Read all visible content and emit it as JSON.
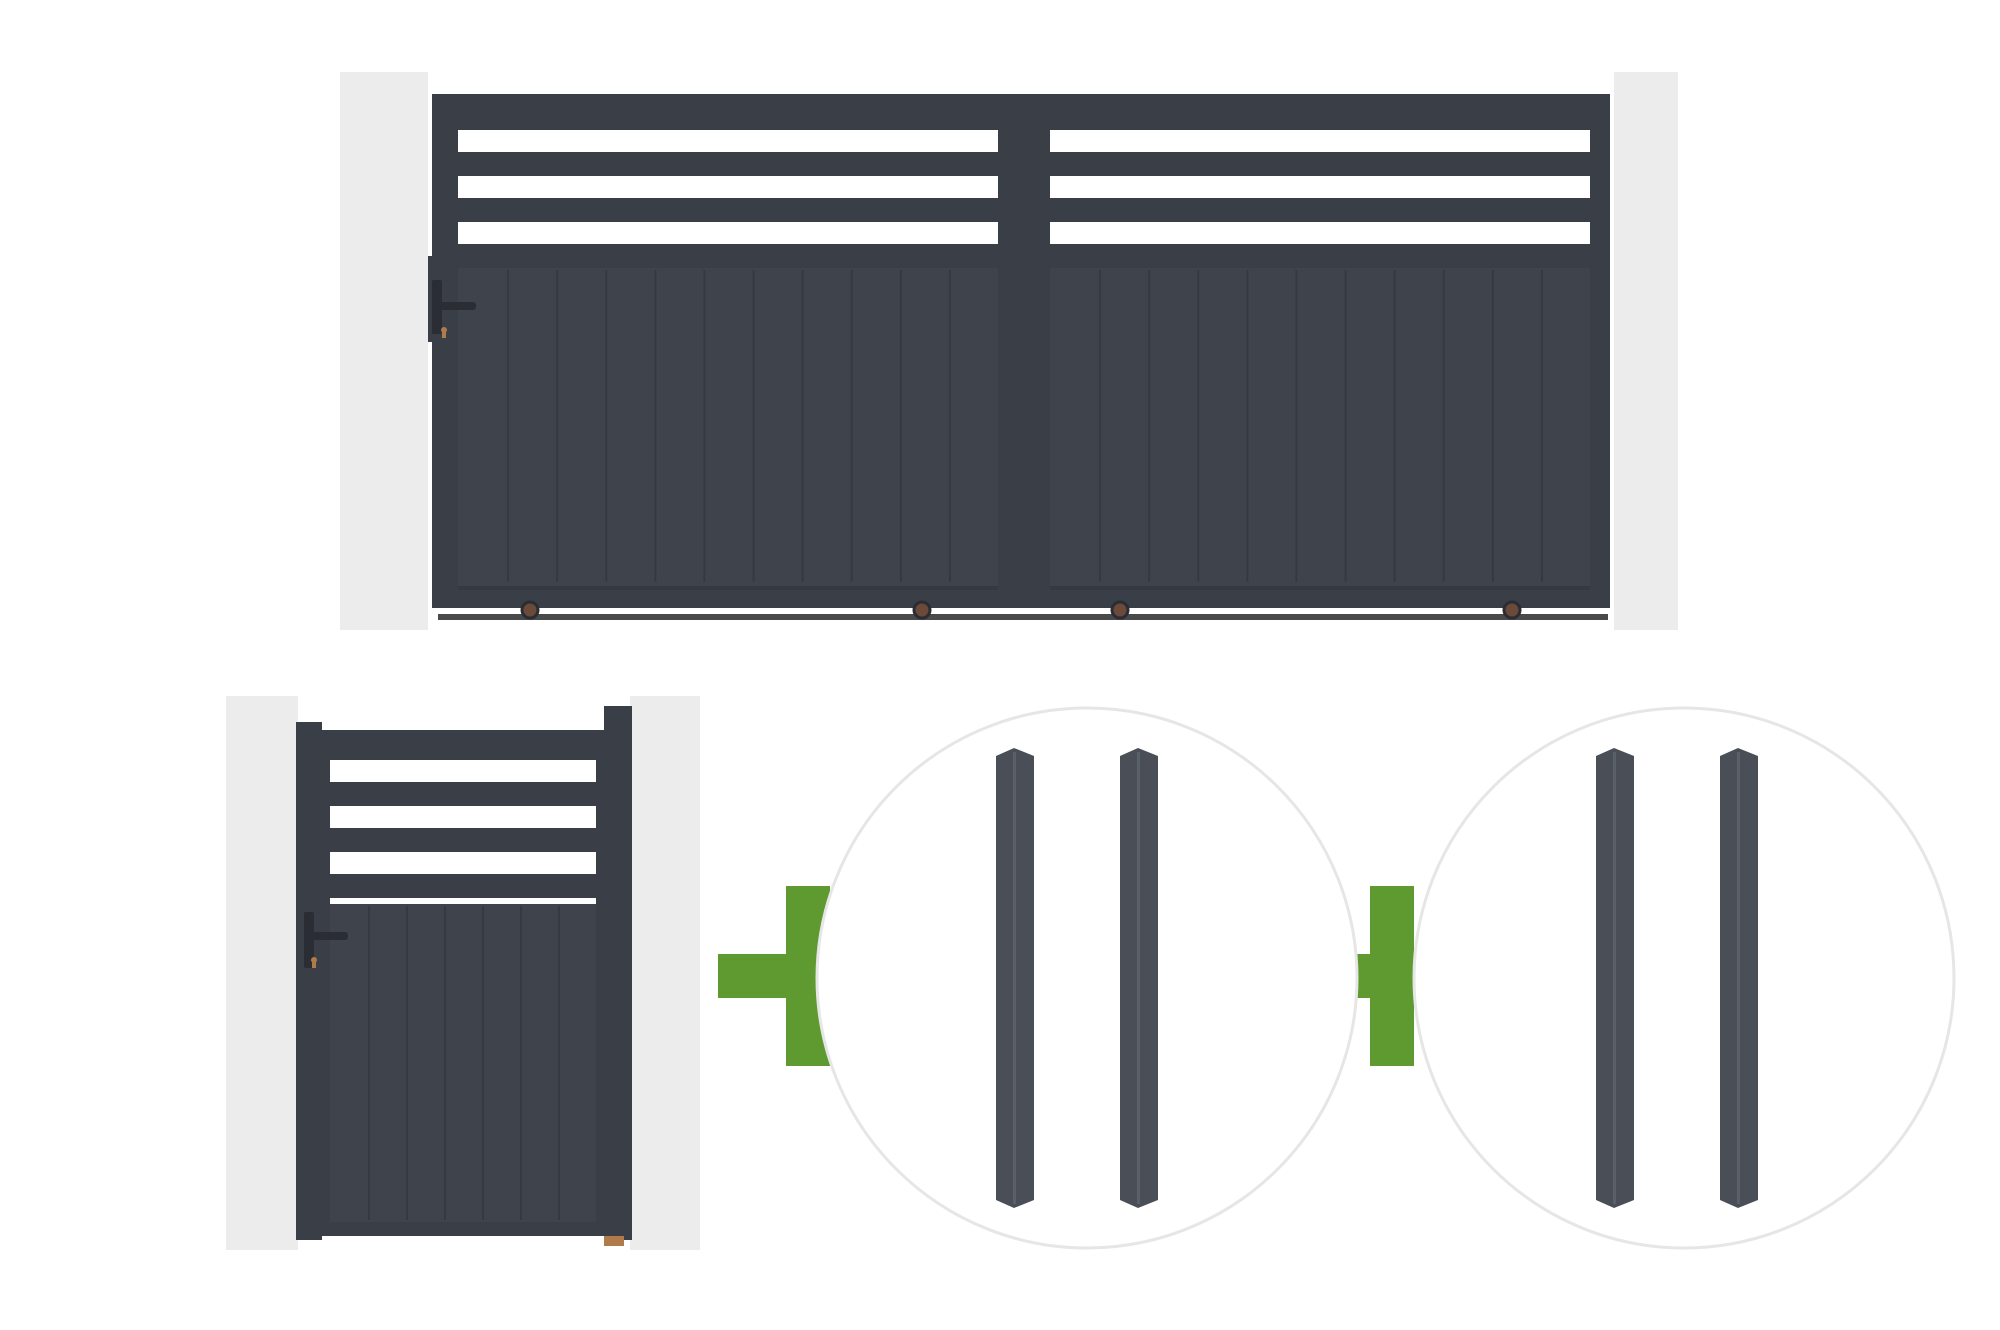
{
  "colors": {
    "background": "#ffffff",
    "gate": "#3f444c",
    "gate_frame": "#3a3f47",
    "gate_panel": "#3f444c",
    "gate_groove": "#353a42",
    "pillar": "#ececec",
    "pillar_shadow": "#dcdcdc",
    "rail": "#4a4a4a",
    "wheel": "#6b4a3a",
    "post": "#4a4f57",
    "post_highlight": "#5a6069",
    "plus": "#5e9a2f",
    "circle_border": "#e6e6e6"
  },
  "scene": {
    "sliding_gate": {
      "top_slats": 4,
      "panel_boards_per_leaf": 11,
      "wheels": 4
    },
    "pedestrian_gate": {
      "top_slats": 4,
      "panel_boards": 7
    },
    "post_sets": [
      {
        "posts": 2
      },
      {
        "posts": 2
      }
    ],
    "plus_signs": 2,
    "icons": [
      "gate-handle-icon",
      "keyhole-icon",
      "plus-icon"
    ]
  }
}
